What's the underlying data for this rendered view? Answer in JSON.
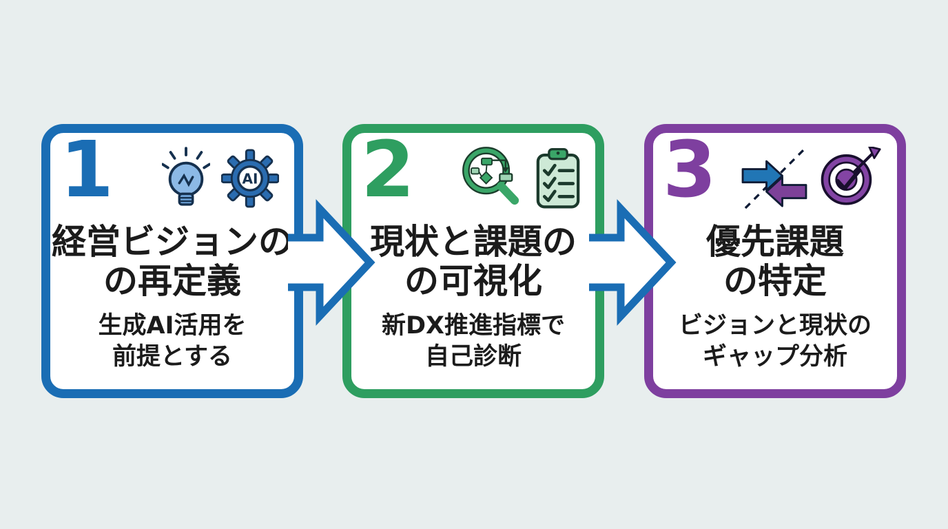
{
  "background_color": "#e8eeee",
  "flow": {
    "direction": "left-to-right",
    "arrow_color": "#1a6db4",
    "arrow_fill": "#ffffff",
    "arrow_count": 2
  },
  "steps": [
    {
      "number": "1",
      "accent_color": "#1a6db4",
      "title_line1": "経営ビジョンの",
      "title_line2": "の再定義",
      "subtitle_line1": "生成AI活用を",
      "subtitle_line2": "前提とする",
      "icons": [
        "lightbulb-icon",
        "ai-gear-icon"
      ],
      "icon_ai_label": "AI"
    },
    {
      "number": "2",
      "accent_color": "#2e9e60",
      "title_line1": "現状と課題の",
      "title_line2": "の可視化",
      "subtitle_line1": "新DX推進指標で",
      "subtitle_line2": "自己診断",
      "icons": [
        "flowchart-magnifier-icon",
        "checklist-clipboard-icon"
      ]
    },
    {
      "number": "3",
      "accent_color": "#7e3f9f",
      "title_line1": "優先課題",
      "title_line2": "の特定",
      "subtitle_line1": "ビジョンと現状の",
      "subtitle_line2": "ギャップ分析",
      "icons": [
        "converging-arrows-icon",
        "target-check-icon"
      ]
    }
  ]
}
